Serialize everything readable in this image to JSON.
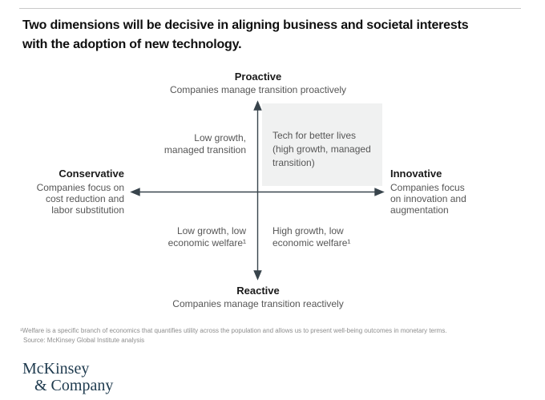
{
  "page": {
    "title": "Two dimensions will be decisive in aligning business and societal interests\nwith the adoption of new technology."
  },
  "matrix": {
    "axis_top": {
      "label": "Proactive",
      "description": "Companies manage transition proactively"
    },
    "axis_bottom": {
      "label": "Reactive",
      "description": "Companies manage transition reactively"
    },
    "axis_left": {
      "label": "Conservative",
      "description": "Companies focus on\ncost reduction and\nlabor substitution"
    },
    "axis_right": {
      "label": "Innovative",
      "description": "Companies focus\non innovation and\naugmentation"
    },
    "quadrant_top_left": "Low growth,\nmanaged transition",
    "quadrant_top_right": "Tech for better lives\n(high growth, managed\ntransition)",
    "quadrant_bottom_left": "Low growth, low\neconomic welfare¹",
    "quadrant_bottom_right": "High growth, low\neconomic welfare¹"
  },
  "footer": {
    "footnote": "¹Welfare is a specific branch of economics that quantifies utility across the population and allows us to present well-being outcomes in monetary terms.",
    "source": "Source: McKinsey Global Institute analysis",
    "logo_line1": "McKinsey",
    "logo_line2": "& Company"
  },
  "colors": {
    "background": "#ffffff",
    "highlight_box": "#f0f1f1",
    "axis_line": "#38444c",
    "text_primary": "#0f0f0f",
    "text_secondary": "#565656",
    "footnote_text": "#8e8e8e",
    "top_rule": "#c9c9c9",
    "logo": "#1e3a4e"
  }
}
